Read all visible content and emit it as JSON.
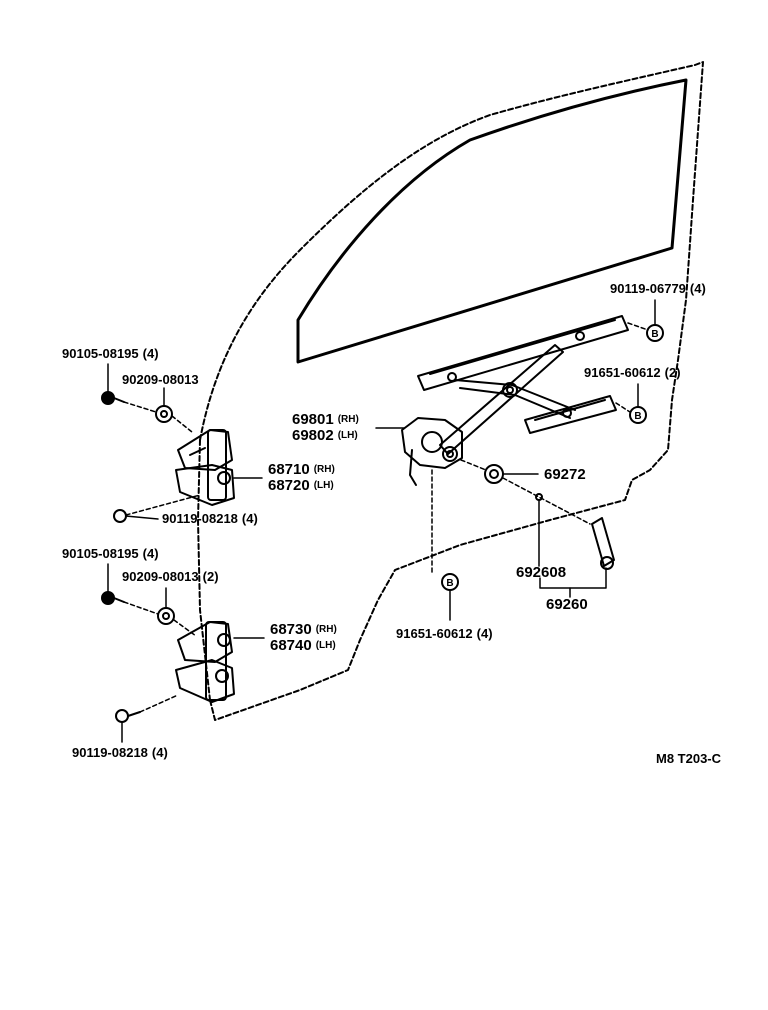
{
  "labels": {
    "p_90119_06779": {
      "part": "90119-06779",
      "qty": "(4)"
    },
    "p_90105_08195_a": {
      "part": "90105-08195",
      "qty": "(4)"
    },
    "p_90209_08013_a": {
      "part": "90209-08013",
      "qty": ""
    },
    "p_91651_60612_a": {
      "part": "91651-60612",
      "qty": "(2)"
    },
    "p_69801": {
      "part": "69801",
      "tag": "(RH)"
    },
    "p_69802": {
      "part": "69802",
      "tag": "(LH)"
    },
    "p_68710": {
      "part": "68710",
      "tag": "(RH)"
    },
    "p_68720": {
      "part": "68720",
      "tag": "(LH)"
    },
    "p_69272": {
      "part": "69272"
    },
    "p_90119_08218_a": {
      "part": "90119-08218",
      "qty": "(4)"
    },
    "p_90105_08195_b": {
      "part": "90105-08195",
      "qty": "(4)"
    },
    "p_90209_08013_b": {
      "part": "90209-08013",
      "qty": "(2)"
    },
    "p_692608": {
      "part": "692608"
    },
    "p_68730": {
      "part": "68730",
      "tag": "(RH)"
    },
    "p_68740": {
      "part": "68740",
      "tag": "(LH)"
    },
    "p_69260": {
      "part": "69260"
    },
    "p_91651_60612_b": {
      "part": "91651-60612",
      "qty": "(4)"
    },
    "p_90119_08218_b": {
      "part": "90119-08218",
      "qty": "(4)"
    },
    "code": "M8 T203-C"
  }
}
